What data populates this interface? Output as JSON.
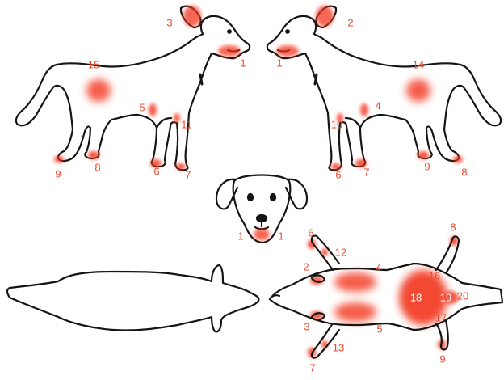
{
  "colors": {
    "outline": "#151515",
    "highlight": "#f2361e",
    "label": "#ee4a2e",
    "background": "#ffffff"
  },
  "labels": {
    "left_dog": {
      "ear": "3",
      "muzzle": "1",
      "flank": "15",
      "elbow": "5",
      "carpus": "11",
      "hind_paw": "9",
      "hind_paw_near": "8",
      "front_paw": "6",
      "front_paw_far": "7"
    },
    "right_dog": {
      "ear": "2",
      "muzzle": "1",
      "flank": "14",
      "elbow": "4",
      "carpus": "10",
      "front_paw": "6",
      "front_paw_far": "7",
      "hind_paw": "9",
      "hind_paw_far": "8"
    },
    "face": {
      "left": "1",
      "right": "1"
    },
    "top_view": {
      "ear_left": "2",
      "ear_right": "3",
      "paw_front_left": "6",
      "paw_front_right": "7",
      "elbow_front_left": "12",
      "elbow_front_right": "13",
      "chest_left": "4",
      "chest_right": "5",
      "pelvis": "18",
      "hip_left": "16",
      "hip_right": "17",
      "tail_base": "19",
      "tail": "20",
      "hind_paw_left": "8",
      "hind_paw_right": "9"
    }
  }
}
